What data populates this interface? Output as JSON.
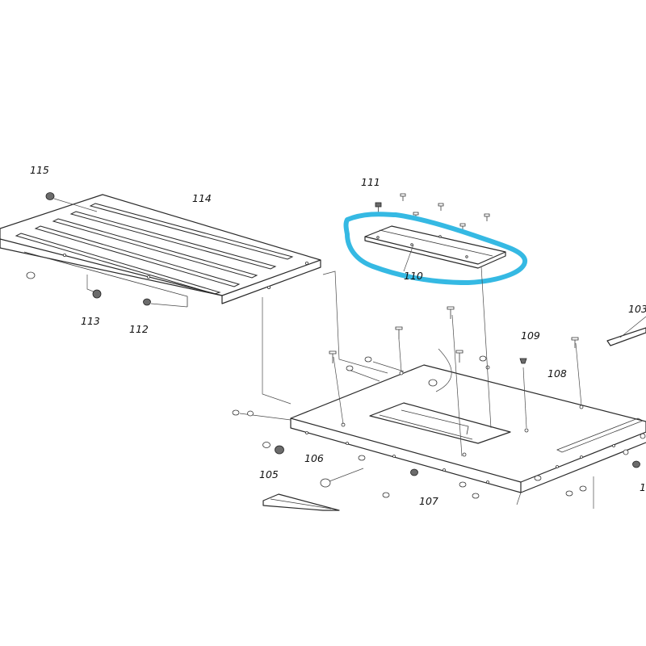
{
  "diagram": {
    "callouts": {
      "p103": "103",
      "p105": "105",
      "p106": "106",
      "p107": "107",
      "p108": "108",
      "p109": "109",
      "p110": "110",
      "p111": "111",
      "p112": "112",
      "p113": "113",
      "p114": "114",
      "p115": "115",
      "p1xx": "1"
    },
    "highlight_color": "#35b9e3",
    "highlighted_part": "110"
  }
}
